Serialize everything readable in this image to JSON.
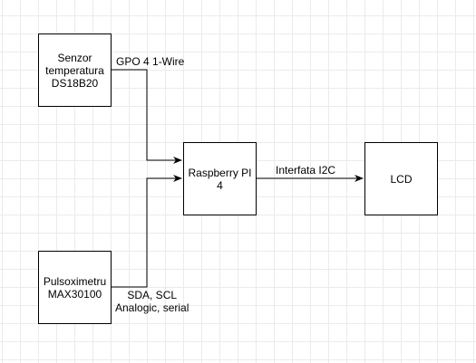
{
  "nodes": {
    "sensor_temp": {
      "label": "Senzor\ntemperatura\nDS18B20"
    },
    "pulse_ox": {
      "label": "Pulsoximetru\nMAX30100"
    },
    "raspberry": {
      "label": "Raspberry PI\n4"
    },
    "lcd": {
      "label": "LCD"
    }
  },
  "edges": {
    "temp_to_pi": {
      "label": "GPO 4  1-Wire"
    },
    "pulse_to_pi": {
      "label": "SDA, SCL\nAnalogic, serial"
    },
    "pi_to_lcd": {
      "label": "Interfata I2C"
    }
  }
}
